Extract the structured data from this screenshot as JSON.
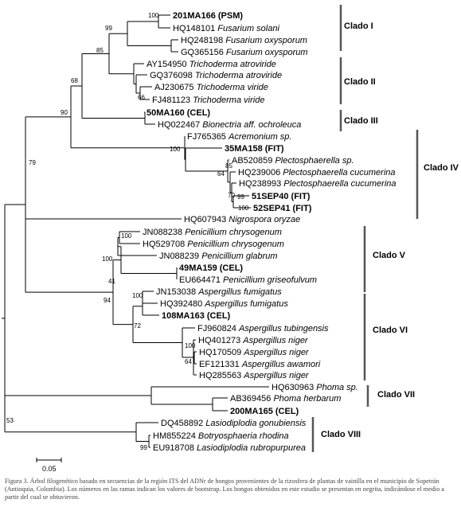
{
  "taxa": [
    {
      "acc": "201MA166",
      "tag": "(PSM)",
      "species": "",
      "bold": true
    },
    {
      "acc": "HQ148101",
      "tag": "",
      "species": "Fusarium solani",
      "bold": false
    },
    {
      "acc": "HQ248198",
      "tag": "",
      "species": "Fusarium oxysporum",
      "bold": false
    },
    {
      "acc": "GQ365156",
      "tag": "",
      "species": "Fusarium oxysporum",
      "bold": false
    },
    {
      "acc": "AY154950",
      "tag": "",
      "species": "Trichoderma atroviride",
      "bold": false
    },
    {
      "acc": "GQ376098",
      "tag": "",
      "species": "Trichoderma atroviride",
      "bold": false
    },
    {
      "acc": "AJ230675",
      "tag": "",
      "species": "Trichoderma viride",
      "bold": false
    },
    {
      "acc": "FJ481123",
      "tag": "",
      "species": "Trichoderma viride",
      "bold": false
    },
    {
      "acc": "50MA160",
      "tag": "(CEL)",
      "species": "",
      "bold": true
    },
    {
      "acc": "HQ022467",
      "tag": "",
      "species": "Bionectria aff. ochroleuca",
      "bold": false
    },
    {
      "acc": "FJ765365",
      "tag": "",
      "species": "Acremonium sp.",
      "bold": false
    },
    {
      "acc": "35MA158",
      "tag": "(FIT)",
      "species": "",
      "bold": true
    },
    {
      "acc": "AB520859",
      "tag": "",
      "species": "Plectosphaerella sp.",
      "bold": false
    },
    {
      "acc": "HQ239006",
      "tag": "",
      "species": "Plectosphaerella cucumerina",
      "bold": false
    },
    {
      "acc": "HQ238993",
      "tag": "",
      "species": "Plectosphaerella cucumerina",
      "bold": false
    },
    {
      "acc": "51SEP40",
      "tag": "(FIT)",
      "species": "",
      "bold": true
    },
    {
      "acc": "52SEP41",
      "tag": "(FIT)",
      "species": "",
      "bold": true
    },
    {
      "acc": "HQ607943",
      "tag": "",
      "species": "Nigrospora oryzae",
      "bold": false
    },
    {
      "acc": "JN088238",
      "tag": "",
      "species": "Penicillium chrysogenum",
      "bold": false
    },
    {
      "acc": "HQ529708",
      "tag": "",
      "species": "Penicillium chrysogenum",
      "bold": false
    },
    {
      "acc": "JN088239",
      "tag": "",
      "species": "Penicillium glabrum",
      "bold": false
    },
    {
      "acc": "49MA159",
      "tag": "(CEL)",
      "species": "",
      "bold": true
    },
    {
      "acc": "EU664471",
      "tag": "",
      "species": "Penicillium griseofulvum",
      "bold": false
    },
    {
      "acc": "JN153038",
      "tag": "",
      "species": "Aspergillus fumigatus",
      "bold": false
    },
    {
      "acc": "HQ392480",
      "tag": "",
      "species": "Aspergillus fumigatus",
      "bold": false
    },
    {
      "acc": "108MA163",
      "tag": "(CEL)",
      "species": "",
      "bold": true
    },
    {
      "acc": "FJ960824",
      "tag": "",
      "species": "Aspergillus tubingensis",
      "bold": false
    },
    {
      "acc": "HQ401273",
      "tag": "",
      "species": "Aspergillus niger",
      "bold": false
    },
    {
      "acc": "HQ170509",
      "tag": "",
      "species": "Aspergillus niger",
      "bold": false
    },
    {
      "acc": "EF121331",
      "tag": "",
      "species": "Aspergillus awamori",
      "bold": false
    },
    {
      "acc": "HQ285563",
      "tag": "",
      "species": "Aspergillus niger",
      "bold": false
    },
    {
      "acc": "HQ630963",
      "tag": "",
      "species": "Phoma sp.",
      "bold": false
    },
    {
      "acc": "AB369456",
      "tag": "",
      "species": "Phoma herbarum",
      "bold": false
    },
    {
      "acc": "200MA165",
      "tag": "(CEL)",
      "species": "",
      "bold": true
    },
    {
      "acc": "DQ458892",
      "tag": "",
      "species": "Lasiodiplodia gonubiensis",
      "bold": false
    },
    {
      "acc": "HM855224",
      "tag": "",
      "species": "Botryosphaeria rhodina",
      "bold": false
    },
    {
      "acc": "EU918708",
      "tag": "",
      "species": "Lasiodiplodia rubropurpurea",
      "bold": false
    }
  ],
  "bootstrap": [
    "100",
    "99",
    "85",
    "68",
    "90",
    "79",
    "66",
    "100",
    "64",
    "85",
    "99",
    "70",
    "100",
    "100",
    "41",
    "94",
    "100",
    "72",
    "100",
    "64",
    "100",
    "53",
    "99"
  ],
  "clades": [
    "Clado I",
    "Clado II",
    "Clado III",
    "Clado IV",
    "Clado V",
    "Clado VI",
    "Clado VII",
    "Clado VIII"
  ],
  "scale_bar": {
    "label": "0.05"
  },
  "caption": "Figura 3. Árbol filogenético basado en secuencias de la región ITS del ADNr de hongos provenientes de la rizosfera de plantas de vainilla en el municipio de Sopetrán (Antioquia, Colombia). Los números en las ramas indican los valores de bootstrap. Los hongos obtenidos en este estudio se presentan en negrita, indicándose el medio a partir del cual se obtuvieron."
}
